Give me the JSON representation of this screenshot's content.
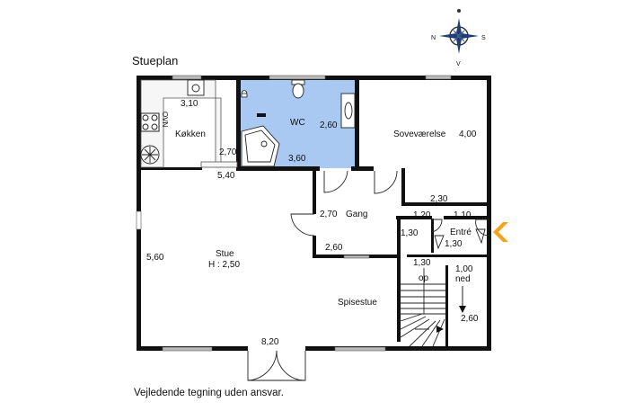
{
  "title": "Stueplan",
  "footer": "Vejledende tegning uden ansvar.",
  "compass": {
    "n": "N",
    "s": "S",
    "v": "V"
  },
  "rooms": {
    "wc": "WC",
    "kokken": "Køkken",
    "sovevaerelse": "Soveværelse",
    "gang": "Gang",
    "entre": "Entré",
    "stue": "Stue",
    "stue_height": "H : 2,50",
    "spisestue": "Spisestue",
    "ovn": "OVN",
    "op": "op",
    "ned": "ned"
  },
  "dimensions": {
    "kitchen_top": "3,10",
    "kitchen_side": "2,70",
    "kitchen_bottom": "5,40",
    "wc_height": "2,60",
    "wc_width": "3,60",
    "bedroom_side": "4,00",
    "bedroom_bottom": "2,30",
    "gang_side": "2,70",
    "gang_bottom": "2,60",
    "gang_right": "1,30",
    "hall_left_top": "1,20",
    "hall_right_top": "1,10",
    "entre_side": "1,30",
    "stair_top": "1,30",
    "ned_width": "1,00",
    "ned_length": "2,60",
    "stue_side": "5,60",
    "bottom_width": "8,20"
  },
  "colors": {
    "wc_fill": "#a9c8f2",
    "walls": "#111111",
    "arrow": "#f3a31b",
    "windows": "#aaaaaa"
  }
}
